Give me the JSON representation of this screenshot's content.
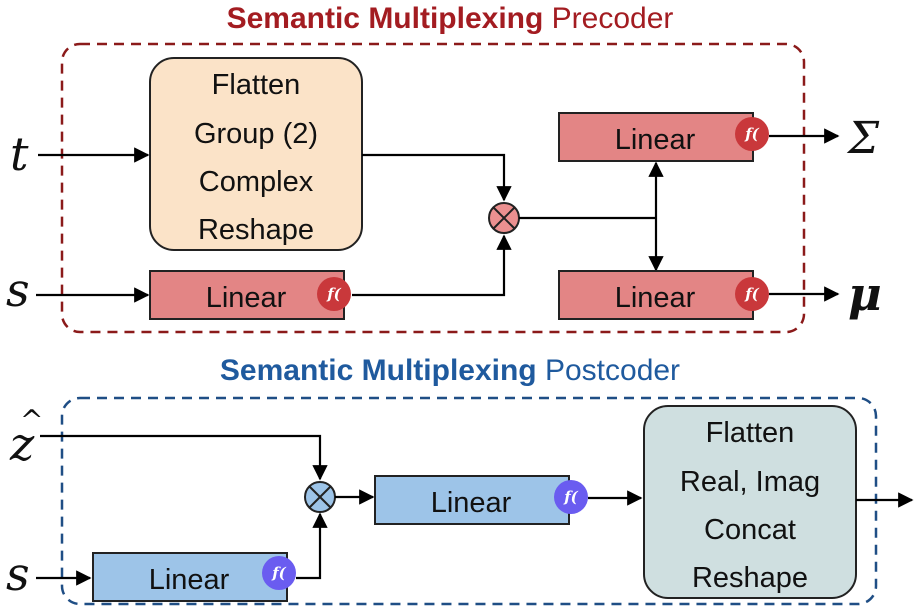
{
  "precoder": {
    "title_bold": "Semantic Multiplexing",
    "title_rest": " Precoder",
    "flatten_lines": [
      "Flatten",
      "Group (2)",
      "Complex",
      "Reshape"
    ],
    "linear_label": "Linear",
    "input_t": "t",
    "input_s": "s",
    "output_sigma": "Σ",
    "output_mu": "μ",
    "color": "#a31c21"
  },
  "postcoder": {
    "title_bold": "Semantic Multiplexing",
    "title_rest": " Postcoder",
    "flatten_lines": [
      "Flatten",
      "Real, Imag",
      "Concat",
      "Reshape"
    ],
    "linear_label": "Linear",
    "input_z": "z",
    "input_z_hat": "^",
    "input_s": "s",
    "color": "#1f5a9e"
  },
  "activation_label": "f(",
  "activation_icon": "activation-function-icon",
  "multiply_icon": "multiply-circle-icon"
}
